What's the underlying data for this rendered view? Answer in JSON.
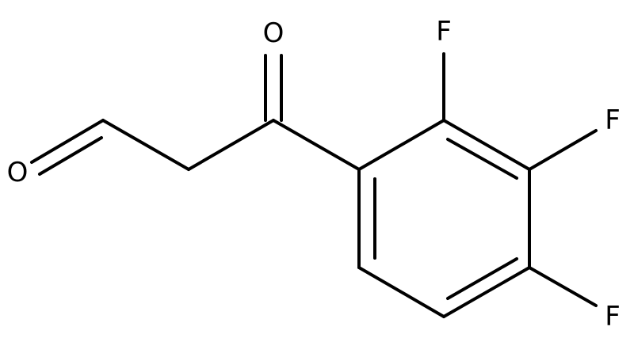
{
  "molecule": {
    "atoms": {
      "o_ketone": "O",
      "o_aldehyde": "O",
      "f_2": "F",
      "f_3": "F",
      "f_4": "F"
    },
    "colors": {
      "bond": "#000000",
      "label": "#000000",
      "background": "#ffffff"
    }
  }
}
